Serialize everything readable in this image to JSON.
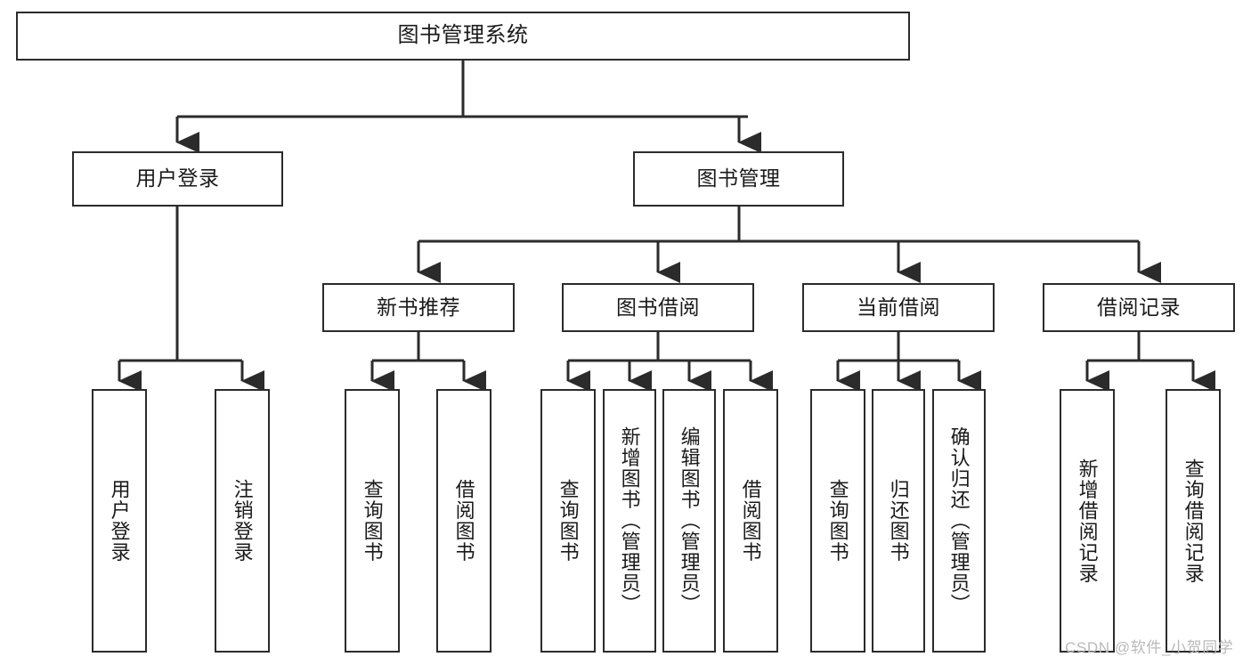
{
  "diagram": {
    "type": "tree",
    "title": "图书管理系统",
    "orientation": "top-down",
    "colors": {
      "box_border": "#2b2b2b",
      "box_fill": "#ffffff",
      "connector": "#2b2b2b",
      "text": "#1a1a1a",
      "watermark": "#b9b9b9"
    },
    "nodes": {
      "root": {
        "label": "图书管理系统",
        "level": 1
      },
      "l2": [
        {
          "id": "user-login",
          "label": "用户登录",
          "level": 2
        },
        {
          "id": "book-manage",
          "label": "图书管理",
          "level": 2
        }
      ],
      "l3": [
        {
          "id": "new-book-rec",
          "label": "新书推荐",
          "level": 3,
          "parent": "book-manage"
        },
        {
          "id": "book-borrow",
          "label": "图书借阅",
          "level": 3,
          "parent": "book-manage"
        },
        {
          "id": "current-borrow",
          "label": "当前借阅",
          "level": 3,
          "parent": "book-manage"
        },
        {
          "id": "borrow-record",
          "label": "借阅记录",
          "level": 3,
          "parent": "book-manage"
        }
      ],
      "leaves": [
        {
          "id": "leaf-user-login",
          "label": "用户登录",
          "parent": "user-login"
        },
        {
          "id": "leaf-logout",
          "label": "注销登录",
          "parent": "user-login"
        },
        {
          "id": "leaf-query-book-1",
          "label": "查询图书",
          "parent": "new-book-rec"
        },
        {
          "id": "leaf-borrow-book-1",
          "label": "借阅图书",
          "parent": "new-book-rec"
        },
        {
          "id": "leaf-query-book-2",
          "label": "查询图书",
          "parent": "book-borrow"
        },
        {
          "id": "leaf-add-book",
          "label": "新增图书（管理员）",
          "parent": "book-borrow"
        },
        {
          "id": "leaf-edit-book",
          "label": "编辑图书（管理员）",
          "parent": "book-borrow"
        },
        {
          "id": "leaf-borrow-book-2",
          "label": "借阅图书",
          "parent": "book-borrow"
        },
        {
          "id": "leaf-query-book-3",
          "label": "查询图书",
          "parent": "current-borrow"
        },
        {
          "id": "leaf-return-book",
          "label": "归还图书",
          "parent": "current-borrow"
        },
        {
          "id": "leaf-confirm-return",
          "label": "确认归还（管理员）",
          "parent": "current-borrow"
        },
        {
          "id": "leaf-add-record",
          "label": "新增借阅记录",
          "parent": "borrow-record"
        },
        {
          "id": "leaf-query-record",
          "label": "查询借阅记录",
          "parent": "borrow-record"
        }
      ]
    },
    "watermark": "CSDN @软件_小贺同学"
  }
}
